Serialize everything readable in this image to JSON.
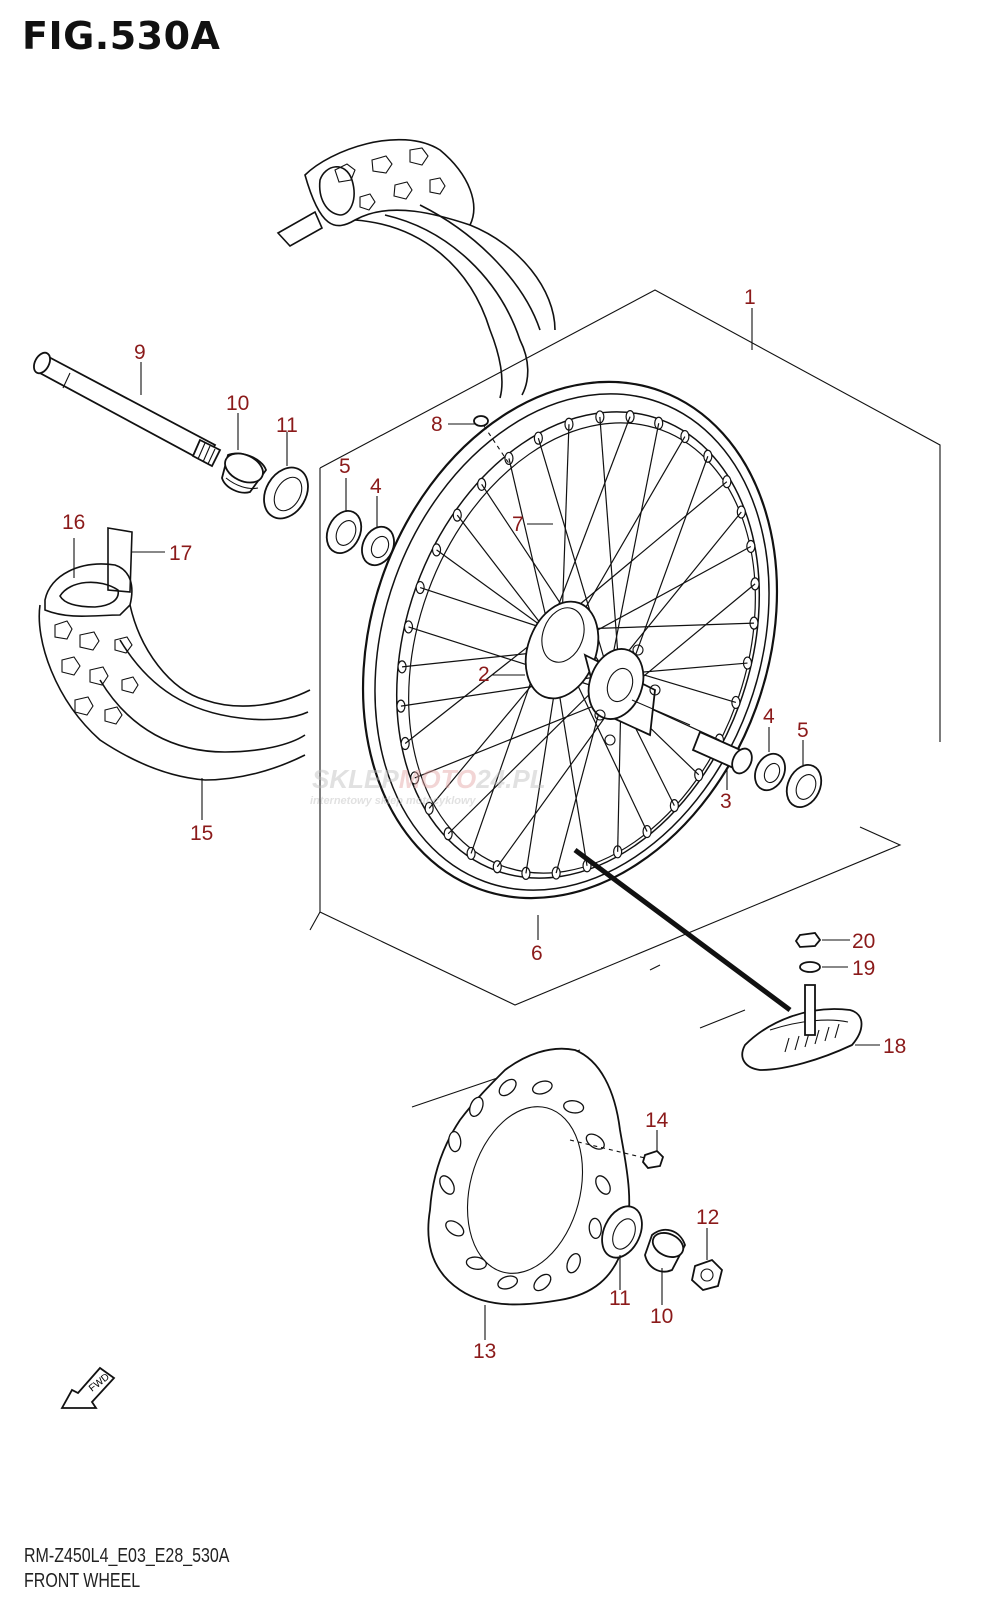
{
  "figure": {
    "title": "FIG.530A",
    "model_code": "RM-Z450L4_E03_E28_530A",
    "name": "FRONT WHEEL"
  },
  "watermark": {
    "brand_left": "SKLEP",
    "brand_mid": "MOTO",
    "brand_right": "24.PL",
    "tagline": "internetowy sklep motocyklowy"
  },
  "fwd_label": "FWD",
  "callouts": {
    "c1": "1",
    "c2": "2",
    "c3": "3",
    "c4a": "4",
    "c4b": "4",
    "c5a": "5",
    "c5b": "5",
    "c6": "6",
    "c7": "7",
    "c8": "8",
    "c9": "9",
    "c10a": "10",
    "c10b": "10",
    "c11a": "11",
    "c11b": "11",
    "c12": "12",
    "c13": "13",
    "c14": "14",
    "c15": "15",
    "c16": "16",
    "c17": "17",
    "c18": "18",
    "c19": "19",
    "c20": "20"
  },
  "colors": {
    "callout": "#8b1a1a",
    "line": "#111111",
    "watermark": "#c9c9c9"
  }
}
